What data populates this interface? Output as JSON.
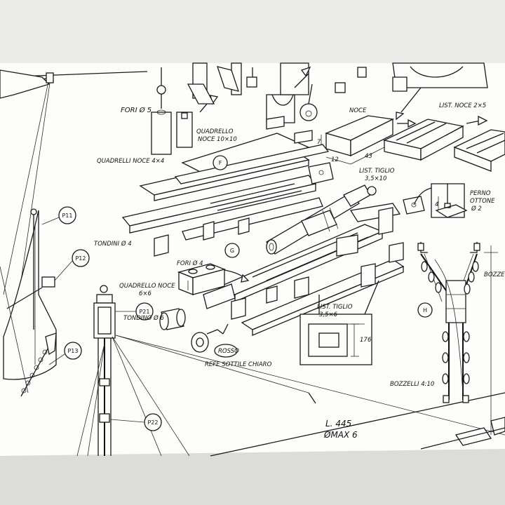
{
  "sheet": {
    "paper_color": "#fbfbf8",
    "ink_color": "#1a1a1a",
    "shadow_color": "#d9d9d6"
  },
  "labels": {
    "fori5": "FORI Ø 5",
    "quadrello_noce_10x10_a": "QUADRELLO",
    "quadrello_noce_10x10_b": "NOCE 10×10",
    "quadrelli_noce_4x4": "QUADRELLI NOCE 4×4",
    "noce": "NOCE",
    "list_noce_2x5": "LIST. NOCE 2×5",
    "dim_7": "7",
    "dim_12": "12",
    "dim_43": "43",
    "list_tiglio_a": "LIST. TIGLIO",
    "list_tiglio_b": "3,5×10",
    "perno_a": "PERNO",
    "perno_b": "OTTONE",
    "perno_c": "Ø 2",
    "dim_4": "4",
    "tondini_4": "TONDINI Ø 4",
    "fori4": "FORI Ø 4",
    "quadrello_noce_6x6_a": "QUADRELLO NOCE",
    "quadrello_noce_6x6_b": "6×6",
    "tondino_6": "TONDINO Ø 6",
    "rosso": "ROSSO",
    "refe": "REFE SOTTILE CHIARO",
    "list_tiglio2_a": "LIST. TIGLIO",
    "list_tiglio2_b": "3,5×6",
    "dim_17": "17",
    "dim_6": "6",
    "bozzelli_4_10": "BOZZELLI 4:10",
    "bozze": "BOZZE",
    "l445": "L. 445",
    "max6": "ØMAX 6"
  },
  "callouts": {
    "F": "F",
    "G": "G",
    "H": "H",
    "P11": "P11",
    "P12": "P12",
    "P13": "P13",
    "P21": "P21",
    "P22": "P22"
  }
}
